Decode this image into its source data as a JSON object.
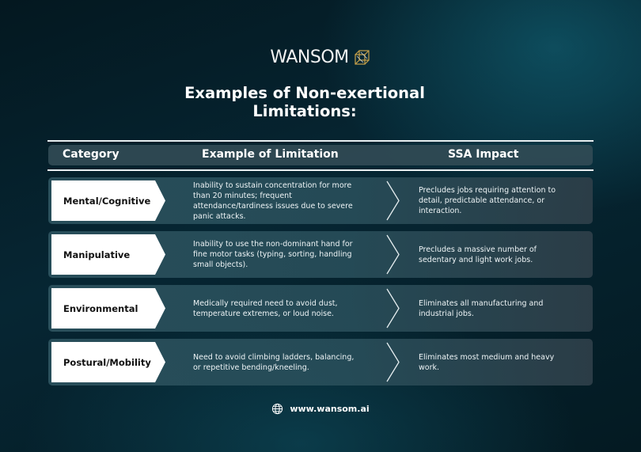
{
  "brand": {
    "name": "WANSOM",
    "icon": "cube-icon"
  },
  "title": "Examples of Non-exertional Limitations:",
  "table": {
    "headers": [
      "Category",
      "Example of Limitation",
      "SSA Impact"
    ],
    "rows": [
      {
        "category": "Mental/Cognitive",
        "example": "Inability to sustain concentration for more than 20 minutes; frequent attendance/tardiness issues due to severe panic attacks.",
        "impact": "Precludes jobs requiring attention to detail, predictable attendance, or interaction."
      },
      {
        "category": "Manipulative",
        "example": "Inability to use the non-dominant hand for fine motor tasks (typing, sorting, handling small objects).",
        "impact": "Precludes a massive number of sedentary and light work jobs."
      },
      {
        "category": "Environmental",
        "example": "Medically required need to avoid dust, temperature extremes, or loud noise.",
        "impact": "Eliminates all manufacturing and industrial jobs."
      },
      {
        "category": "Postural/Mobility",
        "example": "Need to avoid climbing ladders, balancing, or repetitive bending/kneeling.",
        "impact": "Eliminates most medium and heavy work."
      }
    ]
  },
  "footer": {
    "website": "www.wansom.ai",
    "icon": "globe-icon"
  },
  "colors": {
    "background": "#062633",
    "accent": "#c9a24a",
    "row": "#2a505c"
  }
}
